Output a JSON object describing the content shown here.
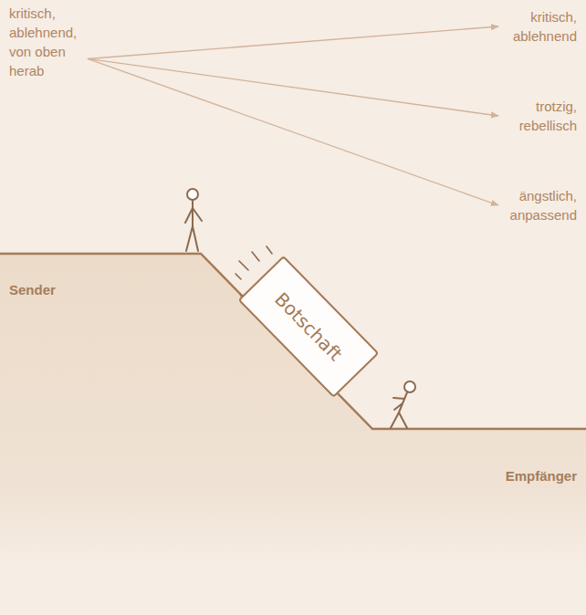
{
  "diagram": {
    "nodes": [
      {
        "text": [
          "kritisch, ablehnend, von oben herab"
        ]
      },
      {
        "text": [
          "kritisch, ablehnend"
        ]
      },
      {
        "text": [
          "trotzig, rebellisch"
        ]
      },
      {
        "text": [
          "ängstlich, anpassend"
        ]
      },
      {
        "text": [
          "Botschaft"
        ]
      }
    ],
    "edges": [
      {
        "from": 0,
        "to": 1,
        "arrow": "to"
      },
      {
        "from": 0,
        "to": 2,
        "arrow": "to"
      },
      {
        "from": 0,
        "to": 3,
        "arrow": "to"
      }
    ],
    "labels": [
      "Sender",
      "Empfänger"
    ]
  }
}
